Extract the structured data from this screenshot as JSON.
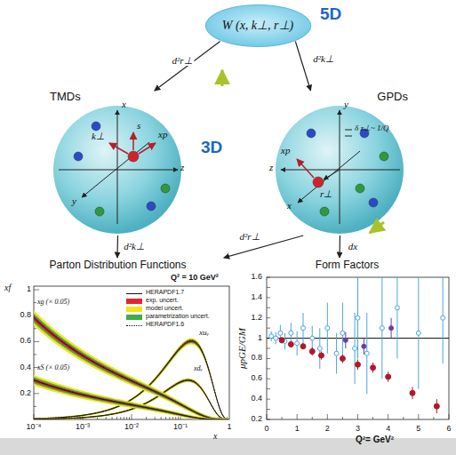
{
  "diagram": {
    "nodes": [
      {
        "text": [
          "W (x, k⊥, r⊥)"
        ]
      },
      {
        "text": [
          "TMDs"
        ]
      },
      {
        "text": [
          "GPDs"
        ]
      },
      {
        "text": [
          "Parton Distribution Functions"
        ]
      },
      {
        "text": [
          "Form Factors"
        ]
      }
    ],
    "edges": [
      {
        "from": 0,
        "to": 1,
        "arrow": "to",
        "label": "d²r⊥"
      },
      {
        "from": 0,
        "to": 2,
        "arrow": "to",
        "label": "d²k⊥"
      },
      {
        "from": 1,
        "to": 3,
        "arrow": "to",
        "label": "d²k⊥"
      },
      {
        "from": 2,
        "to": 3,
        "arrow": "to",
        "label": "d²r⊥"
      },
      {
        "from": 2,
        "to": 4,
        "arrow": "to",
        "label": "dx"
      }
    ],
    "labels": [
      "5D",
      "3D",
      "x",
      "s",
      "xp",
      "k⊥",
      "y",
      "z",
      "y",
      "δ z⊥~ 1/Q",
      "xp",
      "r⊥",
      "x",
      "z",
      "xf",
      "Q² = 10 GeV²",
      "xuᵥ",
      "xdᵥ",
      "xg (× 0.05)",
      "xS (× 0.05)",
      "0.2",
      "0.4",
      "0.6",
      "0.8",
      "1",
      "10⁻⁴",
      "10⁻³",
      "10⁻²",
      "10⁻¹",
      "1",
      "x",
      "μpGE/GM",
      "0.2",
      "0.4",
      "0.6",
      "0.8",
      "1",
      "1.2",
      "1.4",
      "1.6",
      "0",
      "1",
      "2",
      "3",
      "4",
      "5",
      "6",
      "Q²= GeV²"
    ],
    "legend": [
      {
        "text": "HERAPDF1.7"
      },
      {
        "text": "exp. uncert.",
        "color": "#e0262f"
      },
      {
        "text": "model uncert.",
        "color": "#f4e21b"
      },
      {
        "text": "parametrization uncert.",
        "color": "#3fae49"
      },
      {
        "text": "HERAPDF1.6"
      }
    ]
  }
}
